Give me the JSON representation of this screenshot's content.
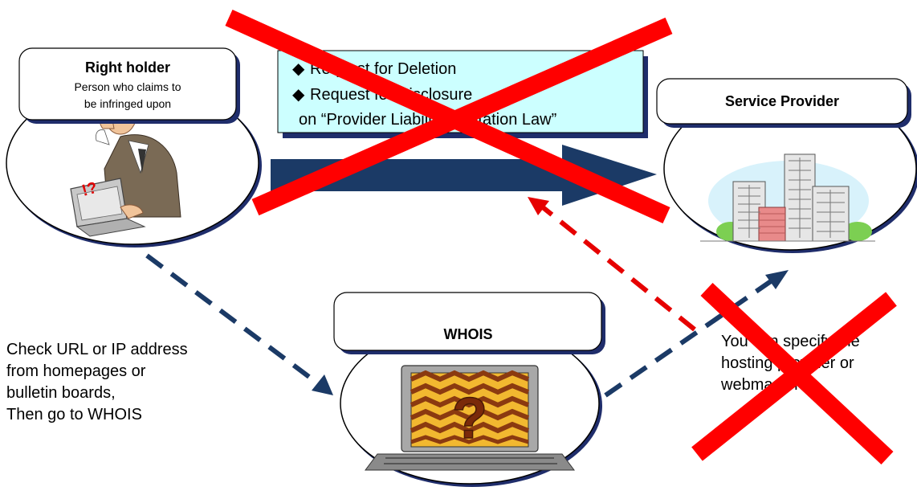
{
  "right_holder": {
    "title": "Right holder",
    "subtitle_line1": "Person who claims to",
    "subtitle_line2": "be infringed upon",
    "alert_mark": "!?"
  },
  "request_box": {
    "bullet": "◆",
    "line1": "Request for Deletion",
    "line2": "Request for Disclosure",
    "line3": "on “Provider Liability Limitation Law”"
  },
  "service_provider": {
    "title": "Service Provider"
  },
  "whois": {
    "title": "WHOIS"
  },
  "left_note": {
    "line1": "Check URL or IP address",
    "line2": "from homepages or",
    "line3": "bulletin boards,",
    "line4": "Then go to WHOIS"
  },
  "right_note": {
    "line1": "You can specify the",
    "line2": "hosting provider or",
    "line3": "webmaster!!"
  },
  "colors": {
    "navy_arrow": "#1b3a66",
    "red_cross": "#ff0000",
    "request_fill": "#ccffff",
    "box_shadow": "#1f2d6b"
  }
}
